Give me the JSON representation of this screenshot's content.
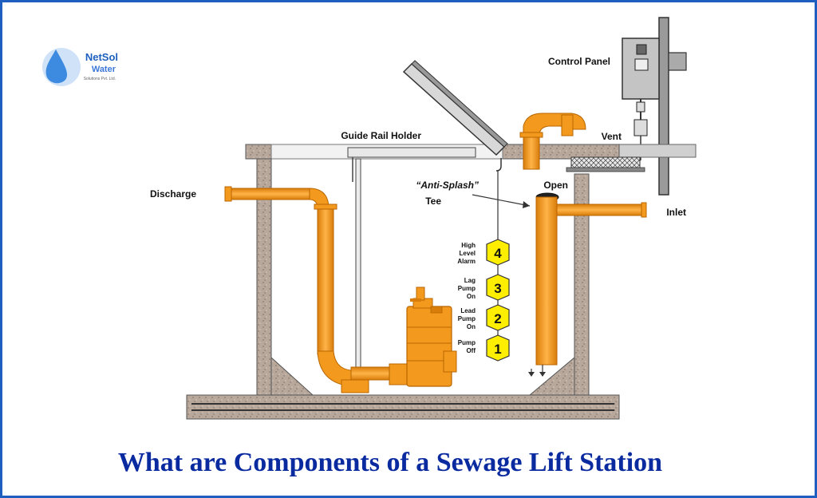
{
  "logo": {
    "name": "NetSol",
    "sub": "Water",
    "tagline": "Solutions Pvt. Ltd."
  },
  "labels": {
    "control_panel": "Control Panel",
    "guide_rail_holder": "Guide Rail Holder",
    "vent": "Vent",
    "discharge": "Discharge",
    "anti_splash": "“Anti-Splash”",
    "tee": "Tee",
    "open": "Open",
    "inlet": "Inlet"
  },
  "levels": [
    {
      "number": "4",
      "line1": "High",
      "line2": "Level",
      "line3": "Alarm"
    },
    {
      "number": "3",
      "line1": "Lag",
      "line2": "Pump",
      "line3": "On"
    },
    {
      "number": "2",
      "line1": "Lead",
      "line2": "Pump",
      "line3": "On"
    },
    {
      "number": "1",
      "line1": "Pump",
      "line2": "Off",
      "line3": ""
    }
  ],
  "title": "What are Components of a Sewage Lift Station",
  "colors": {
    "pipe": "#f39a1e",
    "concrete": "#b8a79b",
    "float": "#ffee00",
    "title": "#0a2aa0",
    "frame": "#1f5fbf"
  }
}
